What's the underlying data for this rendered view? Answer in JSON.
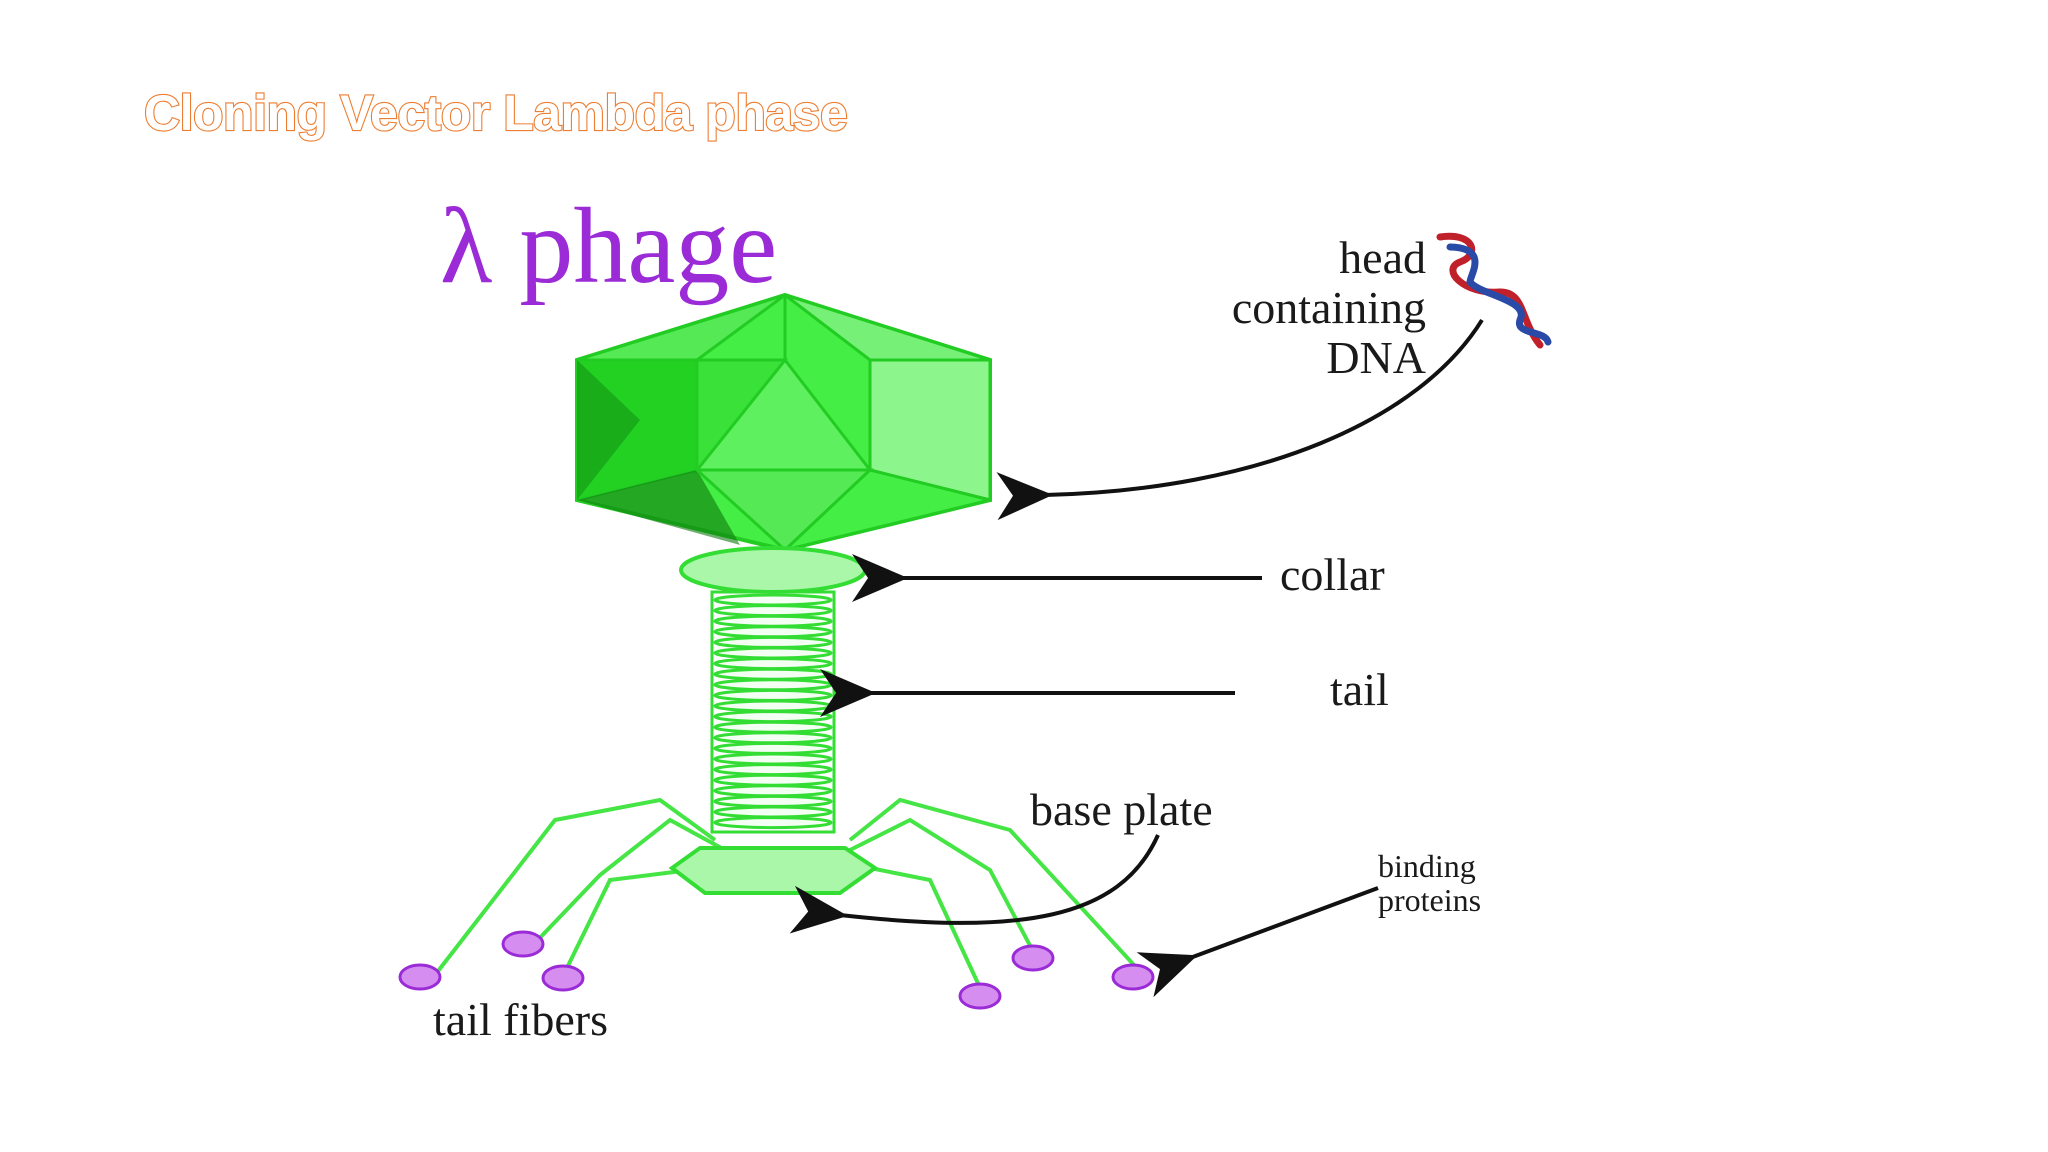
{
  "slide": {
    "title": "Cloning Vector Lambda phase"
  },
  "diagram": {
    "heading": "λ phage",
    "labels": {
      "head_line1": "head",
      "head_line2": "containing",
      "head_line3": "DNA",
      "collar": "collar",
      "tail": "tail",
      "base_plate": "base plate",
      "binding_line1": "binding",
      "binding_line2": "proteins",
      "tail_fibers": "tail fibers"
    },
    "colors": {
      "title_orange": "#ed7d31",
      "phage_green": "#33ee33",
      "heading_purple": "#9a2bd6",
      "fiber_tip_purple": "#c060e0",
      "dna_red": "#c0202a",
      "dna_blue": "#2a4aa8"
    }
  }
}
